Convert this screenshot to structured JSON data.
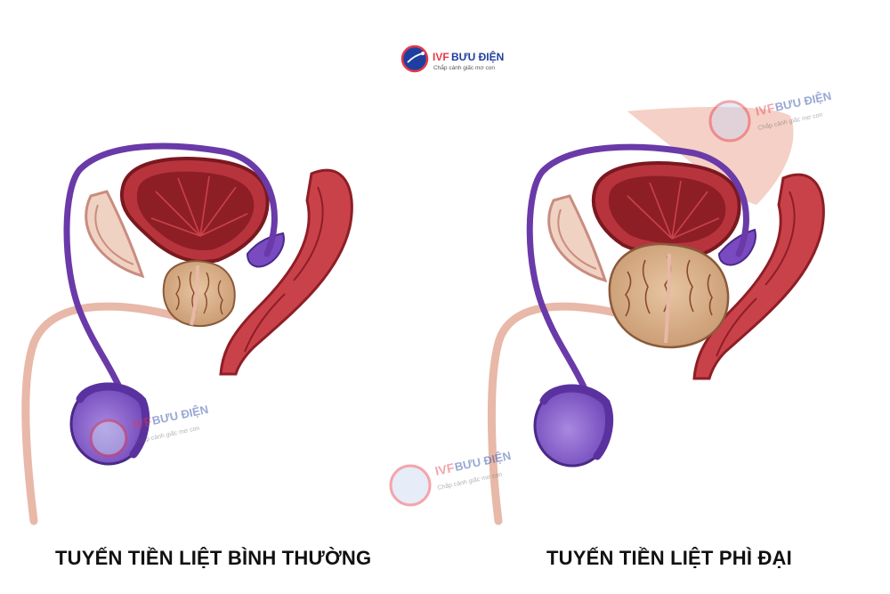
{
  "logo": {
    "brand": "IVF",
    "name": "BƯU ĐIỆN",
    "tagline": "Chắp cánh giấc mơ con"
  },
  "panels": [
    {
      "caption": "TUYẾN TIỀN LIỆT BÌNH THƯỜNG"
    },
    {
      "caption": "TUYẾN TIỀN LIỆT PHÌ ĐẠI"
    }
  ],
  "colors": {
    "bladder": "#b8343c",
    "bladder_inner": "#8e1e26",
    "prostate": "#d6b08c",
    "prostate_lines": "#8a4a2a",
    "rectum": "#c9424a",
    "vas_deferens": "#6a3aa8",
    "testis": "#8c63d0",
    "skin": "#e8b8a8",
    "pubic_bone": "#f0d2c2",
    "belly": "#f5d0c6",
    "brand_blue": "#1f3fa0",
    "brand_red": "#e63946"
  }
}
